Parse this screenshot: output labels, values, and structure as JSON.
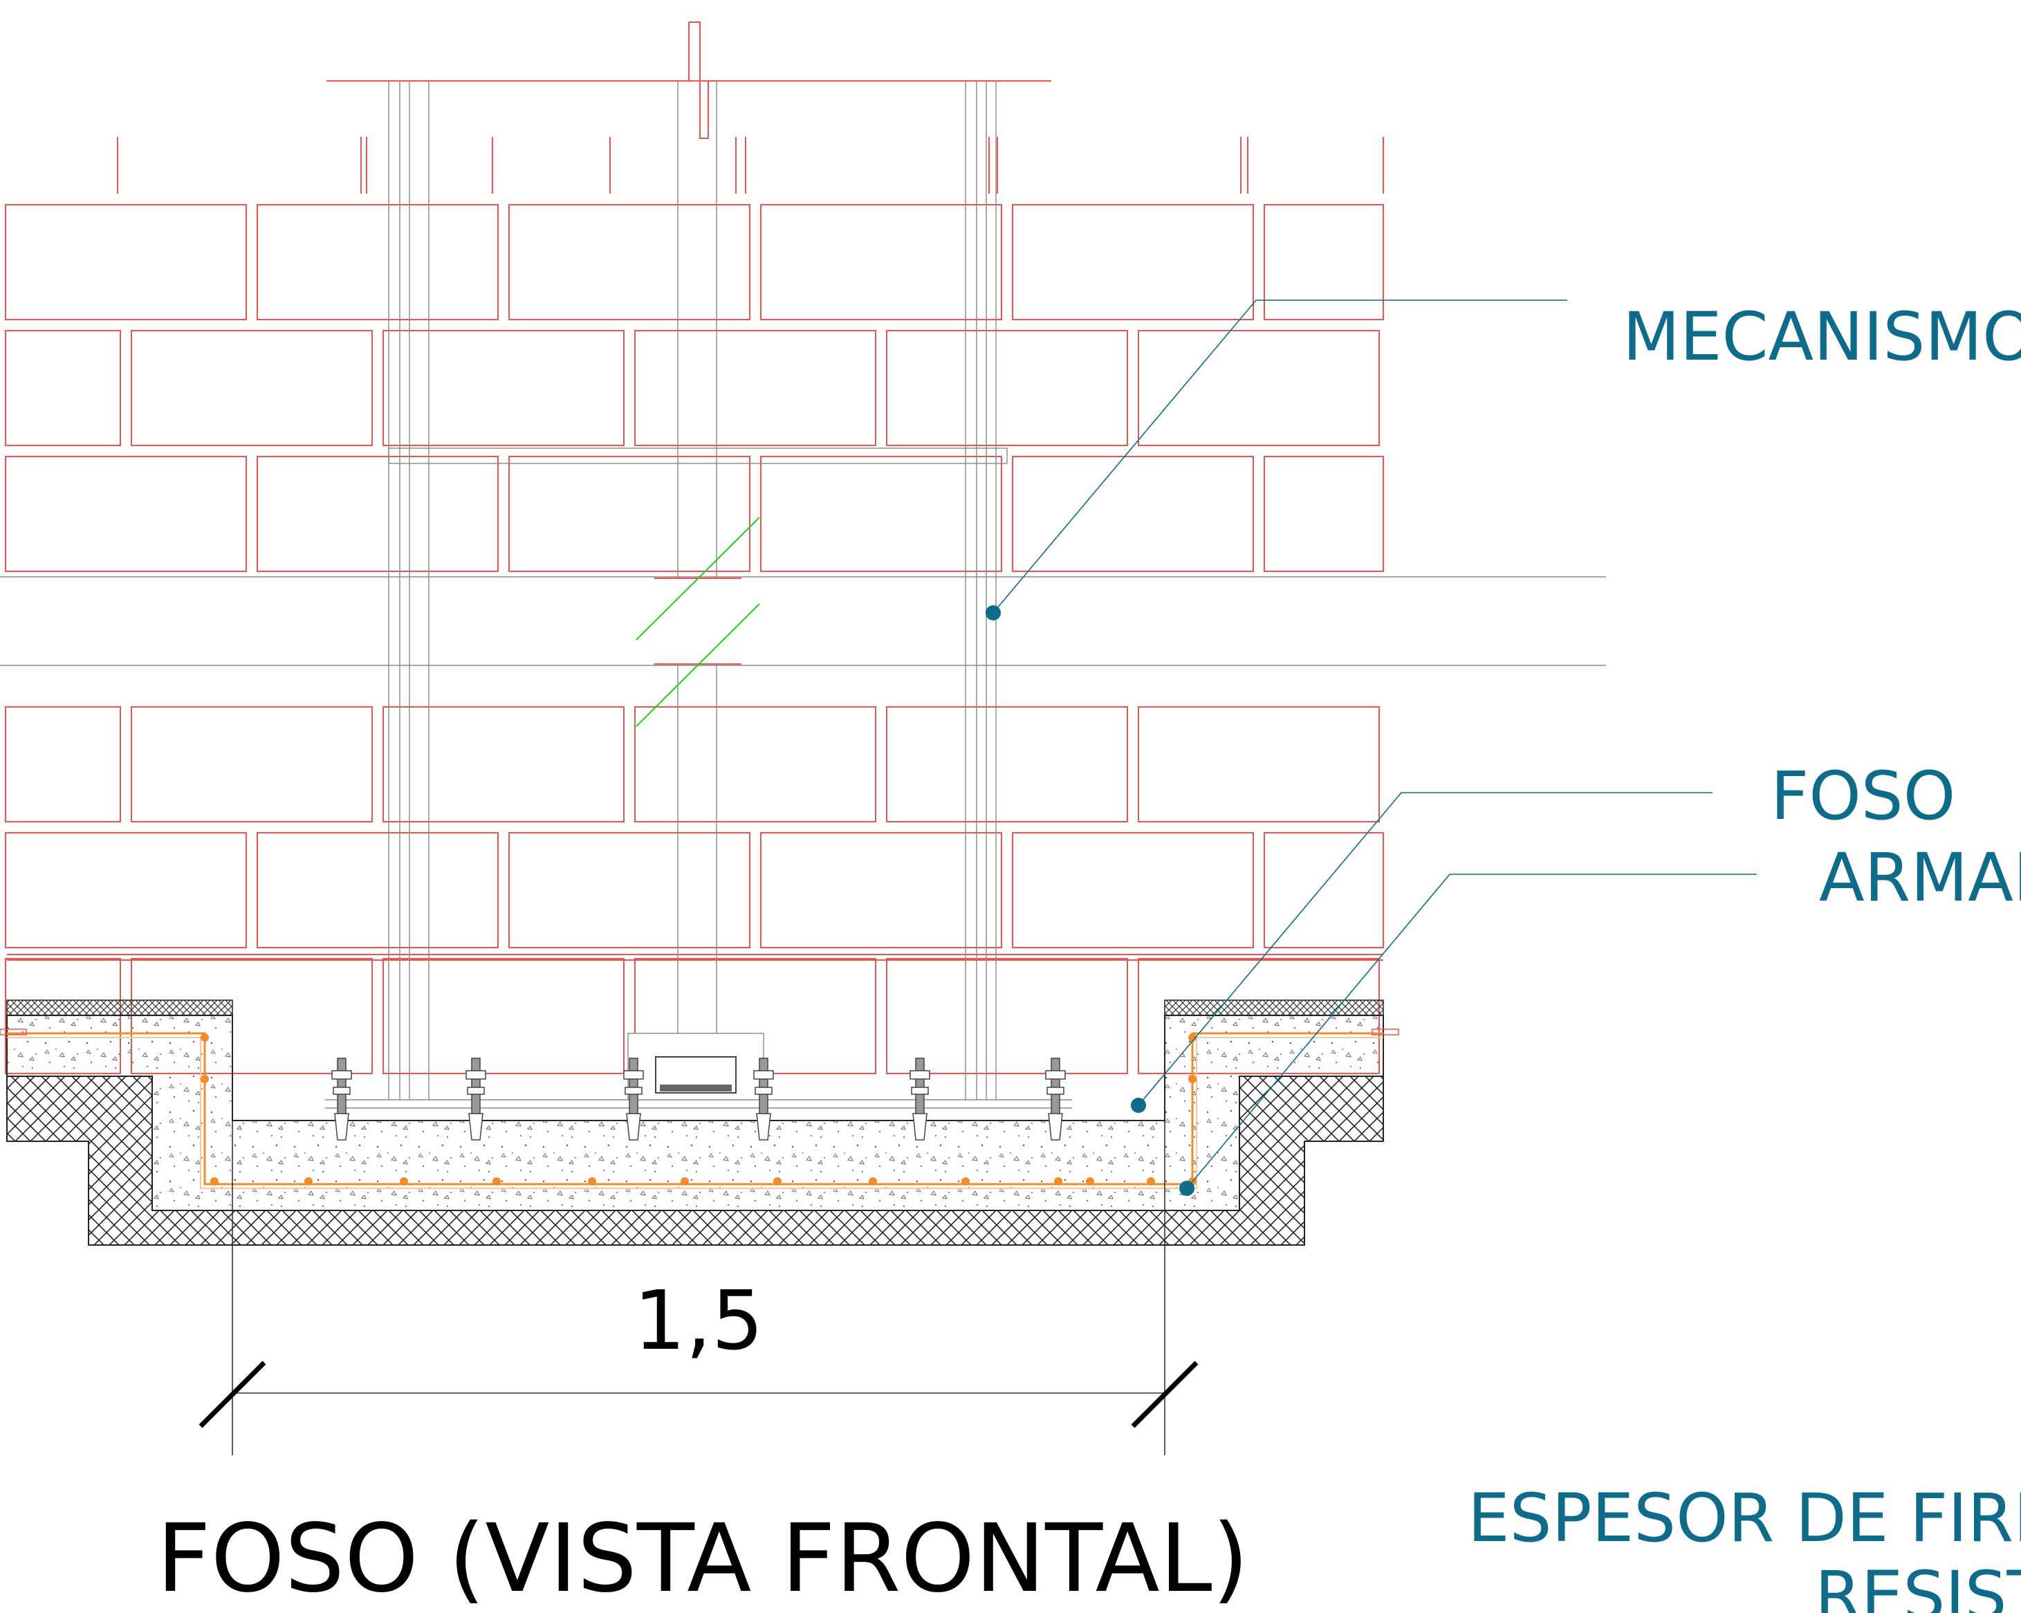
{
  "title": "FOSO (VISTA FRONTAL)",
  "dimension": {
    "value": "1,5"
  },
  "callouts": [
    {
      "id": "mecanismo",
      "label": "MECANISMO"
    },
    {
      "id": "foso",
      "label": "FOSO"
    },
    {
      "id": "armadura",
      "label": "ARMAI"
    }
  ],
  "note": {
    "line1": "ESPESOR DE FIRM",
    "line2": "RESIST"
  },
  "colors": {
    "brick": "#ef5350",
    "callout": "#0f6b8a",
    "rebar": "#f28c28",
    "break_mark": "#22cc22",
    "ink": "#000000"
  }
}
